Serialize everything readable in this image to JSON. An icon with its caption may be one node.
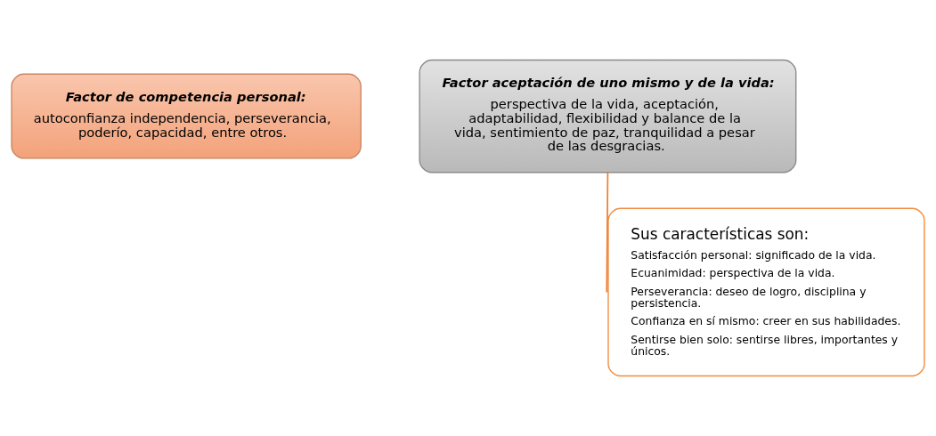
{
  "diagram": {
    "nodes": [
      {
        "text": [
          "Factor de competencia personal:",
          "autoconfianza independencia, perseverancia, poderío, capacidad, entre otros."
        ]
      },
      {
        "text": [
          "Factor aceptación de uno mismo y de la vida:",
          "perspectiva de la vida, aceptación, adaptabilidad, flexibilidad y balance de la vida, sentimiento de paz, tranquilidad a pesar de las desgracias."
        ]
      },
      {
        "text": [
          "Sus características son:",
          "Satisfacción personal: significado de la vida.",
          "Ecuanimidad: perspectiva de la vida.",
          "Perseverancia: deseo de logro, disciplina y persistencia.",
          "Confianza en sí mismo: creer en sus habilidades.",
          "Sentirse bien solo: sentirse libres, importantes y únicos."
        ]
      }
    ],
    "edges": [
      {
        "from": 1,
        "to": 2,
        "arrow": "none"
      }
    ]
  }
}
